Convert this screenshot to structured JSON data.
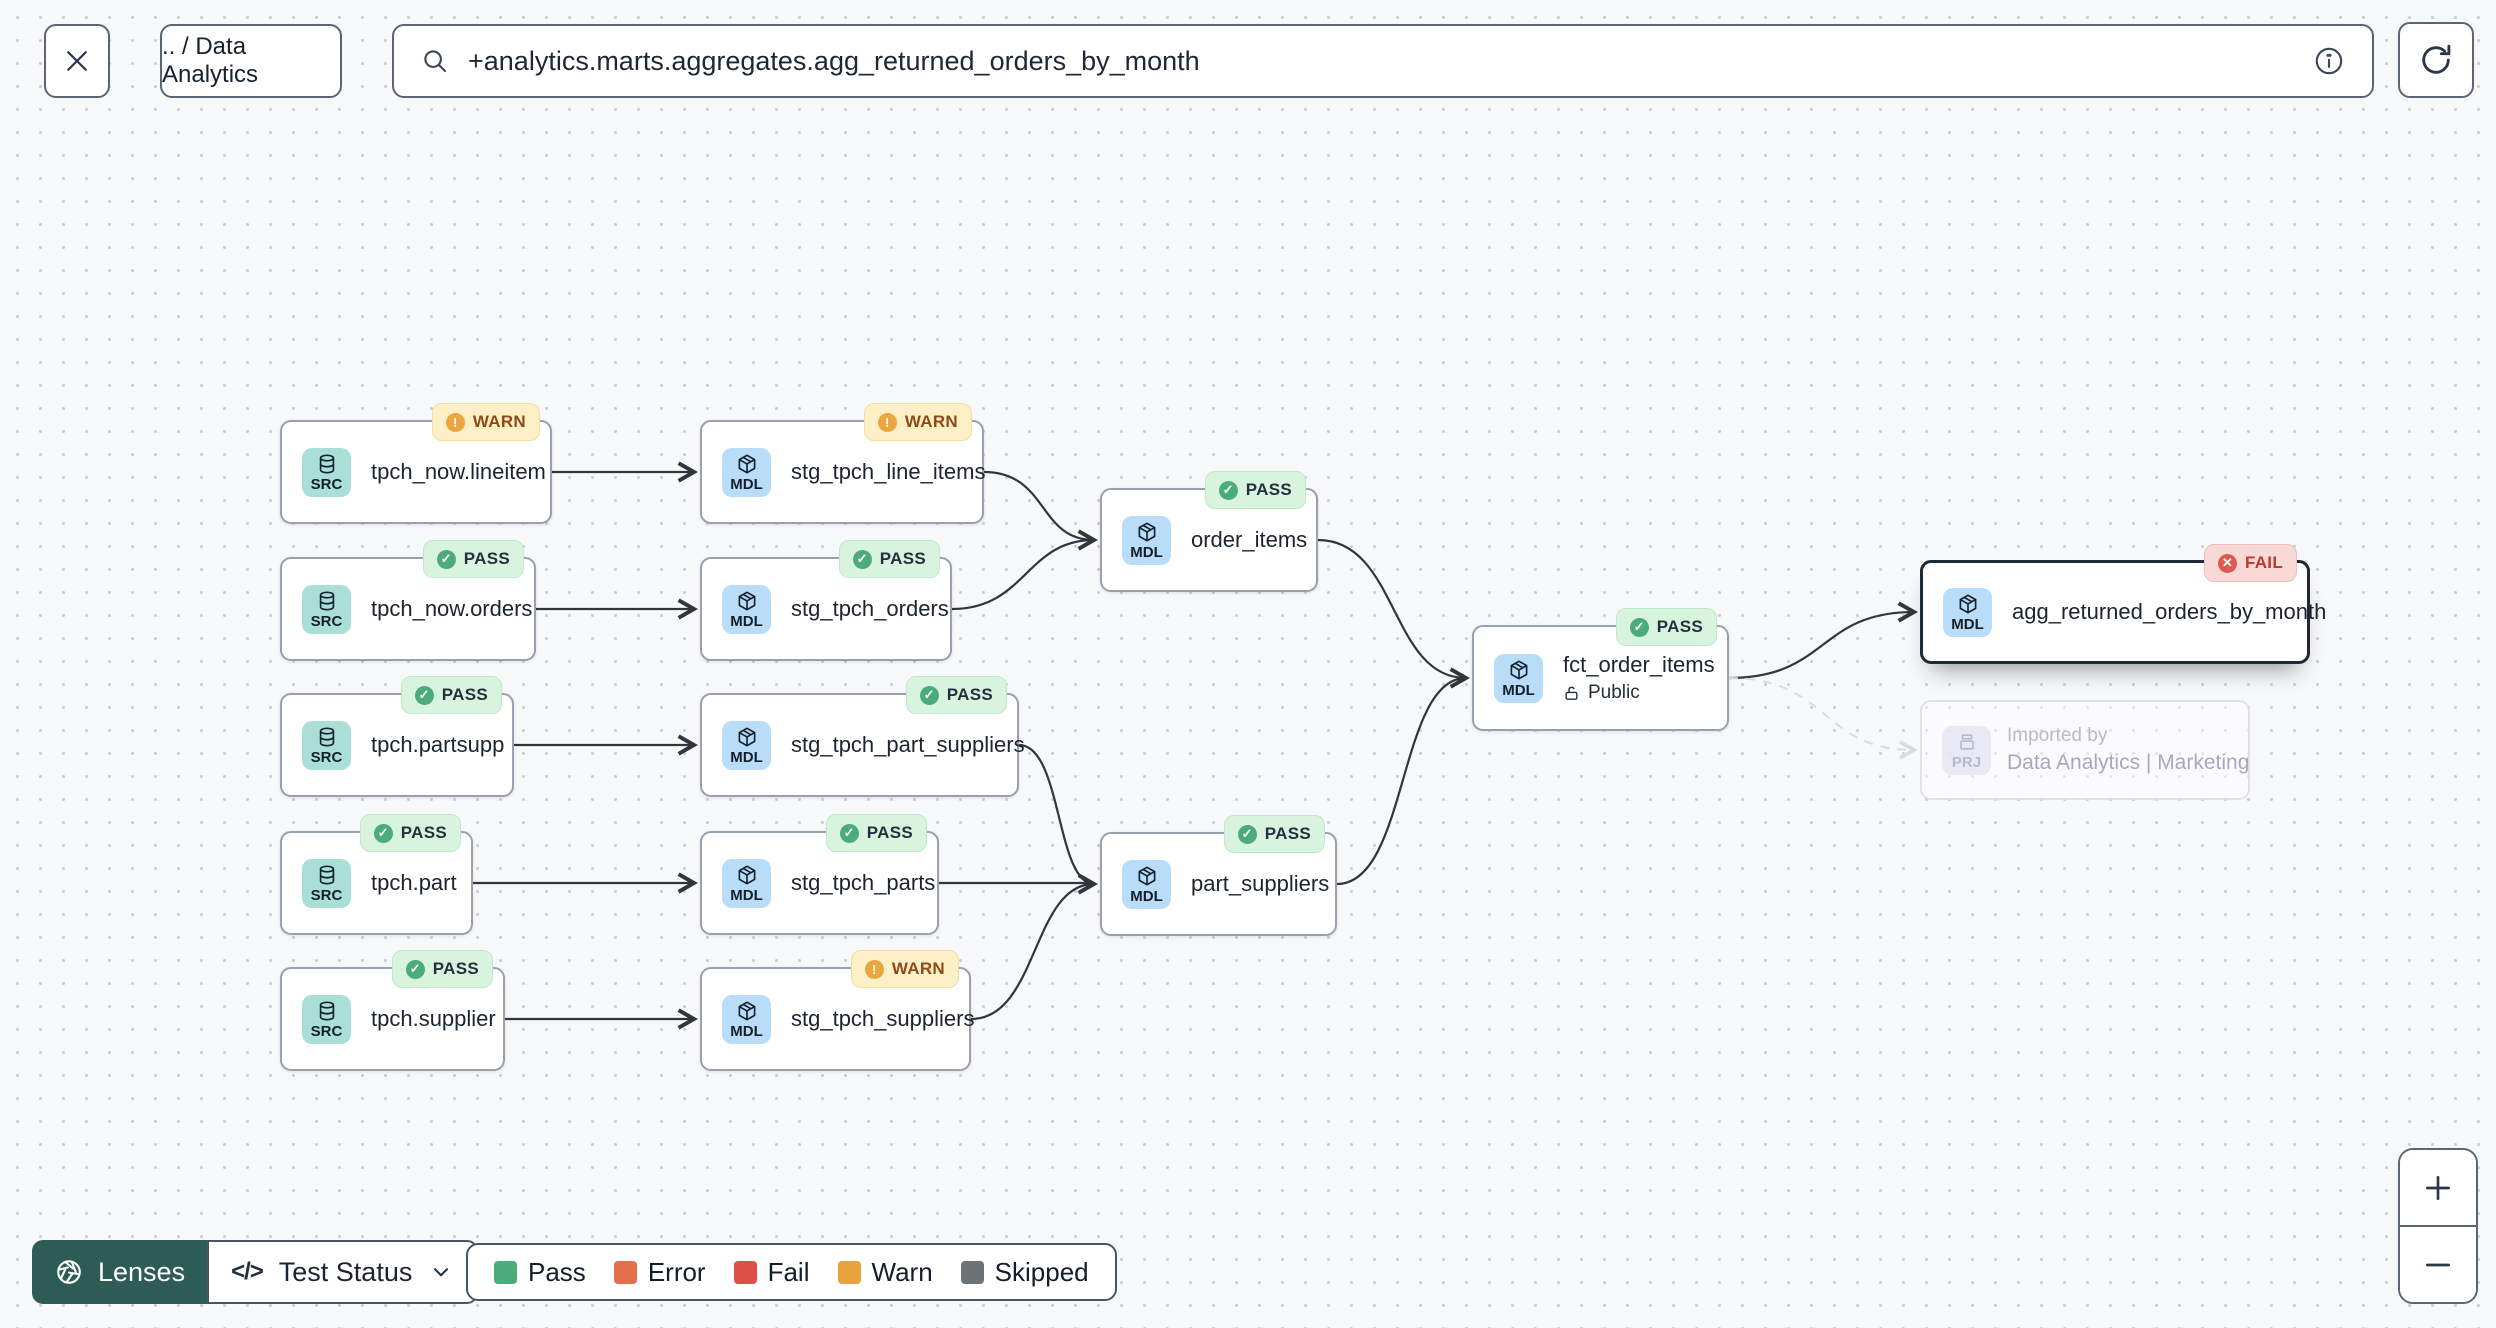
{
  "toolbar": {
    "breadcrumb": ".. / Data Analytics",
    "search_value": "+analytics.marts.aggregates.agg_returned_orders_by_month",
    "icons": [
      "close-icon",
      "search-icon",
      "info-icon",
      "refresh-icon"
    ]
  },
  "nodes": [
    {
      "id": "tpch_now.lineitem",
      "label": "tpch_now.lineitem",
      "type": "SRC",
      "status": "WARN"
    },
    {
      "id": "stg_tpch_line_items",
      "label": "stg_tpch_line_items",
      "type": "MDL",
      "status": "WARN"
    },
    {
      "id": "tpch_now.orders",
      "label": "tpch_now.orders",
      "type": "SRC",
      "status": "PASS"
    },
    {
      "id": "stg_tpch_orders",
      "label": "stg_tpch_orders",
      "type": "MDL",
      "status": "PASS"
    },
    {
      "id": "order_items",
      "label": "order_items",
      "type": "MDL",
      "status": "PASS"
    },
    {
      "id": "tpch.partsupp",
      "label": "tpch.partsupp",
      "type": "SRC",
      "status": "PASS"
    },
    {
      "id": "stg_tpch_part_suppliers",
      "label": "stg_tpch_part_suppliers",
      "type": "MDL",
      "status": "PASS"
    },
    {
      "id": "tpch.part",
      "label": "tpch.part",
      "type": "SRC",
      "status": "PASS"
    },
    {
      "id": "stg_tpch_parts",
      "label": "stg_tpch_parts",
      "type": "MDL",
      "status": "PASS"
    },
    {
      "id": "part_suppliers",
      "label": "part_suppliers",
      "type": "MDL",
      "status": "PASS"
    },
    {
      "id": "tpch.supplier",
      "label": "tpch.supplier",
      "type": "SRC",
      "status": "PASS"
    },
    {
      "id": "stg_tpch_suppliers",
      "label": "stg_tpch_suppliers",
      "type": "MDL",
      "status": "WARN"
    },
    {
      "id": "fct_order_items",
      "label": "fct_order_items",
      "type": "MDL",
      "status": "PASS",
      "visibility": "Public"
    },
    {
      "id": "agg_returned_orders_by_month",
      "label": "agg_returned_orders_by_month",
      "type": "MDL",
      "status": "FAIL",
      "selected": true
    },
    {
      "id": "imported_by_project",
      "prefix": "Imported by",
      "label": "Data Analytics | Marketing",
      "type": "PRJ",
      "ghost": true
    }
  ],
  "edges": [
    {
      "from": "tpch_now.lineitem",
      "to": "stg_tpch_line_items"
    },
    {
      "from": "tpch_now.orders",
      "to": "stg_tpch_orders"
    },
    {
      "from": "tpch.partsupp",
      "to": "stg_tpch_part_suppliers"
    },
    {
      "from": "tpch.part",
      "to": "stg_tpch_parts"
    },
    {
      "from": "tpch.supplier",
      "to": "stg_tpch_suppliers"
    },
    {
      "from": "stg_tpch_line_items",
      "to": "order_items"
    },
    {
      "from": "stg_tpch_orders",
      "to": "order_items"
    },
    {
      "from": "stg_tpch_part_suppliers",
      "to": "part_suppliers"
    },
    {
      "from": "stg_tpch_parts",
      "to": "part_suppliers"
    },
    {
      "from": "stg_tpch_suppliers",
      "to": "part_suppliers"
    },
    {
      "from": "order_items",
      "to": "fct_order_items"
    },
    {
      "from": "part_suppliers",
      "to": "fct_order_items"
    },
    {
      "from": "fct_order_items",
      "to": "agg_returned_orders_by_month"
    },
    {
      "from": "fct_order_items",
      "to": "imported_by_project",
      "style": "dashed"
    }
  ],
  "lenses": {
    "button_label": "Lenses",
    "active_lens": "Test Status"
  },
  "legend": {
    "items": [
      {
        "label": "Pass",
        "color": "#4cab7a"
      },
      {
        "label": "Error",
        "color": "#e3704a"
      },
      {
        "label": "Fail",
        "color": "#de4f47"
      },
      {
        "label": "Warn",
        "color": "#e8a33c"
      },
      {
        "label": "Skipped",
        "color": "#6e7276"
      }
    ]
  },
  "zoom_controls": {
    "zoom_in": "+",
    "zoom_out": "−"
  },
  "colors": {
    "canvas_bg": "#f7f8fa",
    "node_border": "#98a1ae",
    "selected_border": "#1e2836",
    "src_icon_bg": "#aadfd8",
    "mdl_icon_bg": "#b9dcf8",
    "prj_icon_bg": "#e7e7f6",
    "pass_bg": "#d9f4de",
    "warn_bg": "#fdf0c6",
    "fail_bg": "#f9d9d6",
    "lenses_bg": "#2d5c55",
    "edge": "#30363d"
  }
}
